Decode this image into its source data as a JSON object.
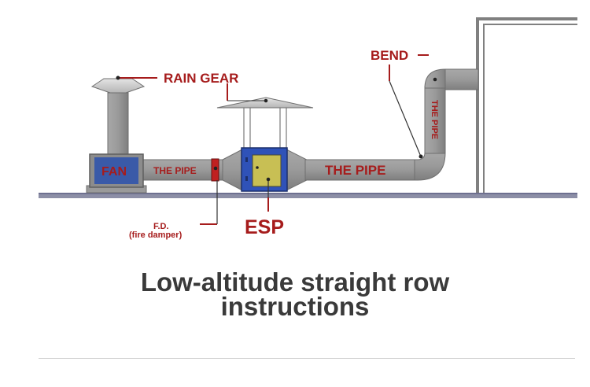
{
  "diagram": {
    "labels": {
      "rain_gear": "RAIN GEAR",
      "bend": "BEND",
      "fan": "FAN",
      "pipe_left": "THE PIPE",
      "pipe_right": "THE PIPE",
      "pipe_vertical": "THE PIPE",
      "esp": "ESP",
      "fd_line1": "F.D.",
      "fd_line2": "(fire damper)"
    },
    "colors": {
      "label_red": "#a61c1c",
      "duct_gray": "#8f8f8f",
      "fan_blue": "#3a5aa8",
      "esp_yellow": "#c8bf54",
      "damper_red": "#c02020"
    }
  },
  "caption": {
    "line1": "Low-altitude straight row",
    "line2": "instructions"
  }
}
